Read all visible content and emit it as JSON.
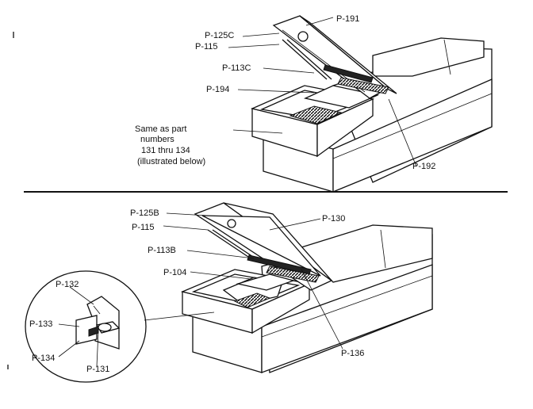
{
  "top_figure": {
    "labels": [
      "P-191",
      "P-125C",
      "P-115",
      "P-113C",
      "P-194",
      "P-192"
    ],
    "note_lines": [
      "Same as part",
      "numbers",
      "131 thru 134",
      "(illustrated below)"
    ]
  },
  "bottom_figure": {
    "labels": [
      "P-125B",
      "P-115",
      "P-130",
      "P-113B",
      "P-104",
      "P-136"
    ]
  },
  "detail_inset": {
    "labels": [
      "P-132",
      "P-133",
      "P-134",
      "P-131"
    ]
  }
}
